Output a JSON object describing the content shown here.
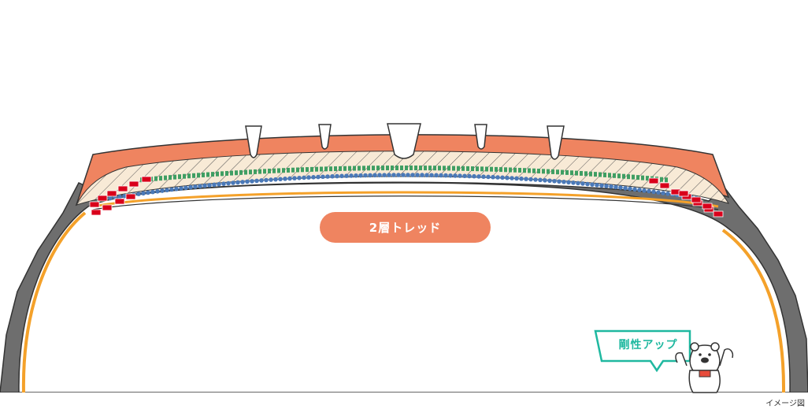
{
  "labels": {
    "tread_label": "2層トレッド",
    "bubble_text": "剛性アップ",
    "caption": "イメージ図"
  },
  "colors": {
    "tread_orange": "#ef8460",
    "sidewall_gray": "#6e6e6e",
    "belt_green": "#3f9e63",
    "belt_blue": "#4a79b8",
    "reinforcement_red": "#d9001b",
    "carcass_orange": "#f4a12a",
    "under_tread_cream": "#f8ead6",
    "accent_teal": "#1fb8a0"
  },
  "icons": {
    "mascot": "polar-bear-mascot-icon",
    "bubble": "speech-bubble-icon"
  }
}
